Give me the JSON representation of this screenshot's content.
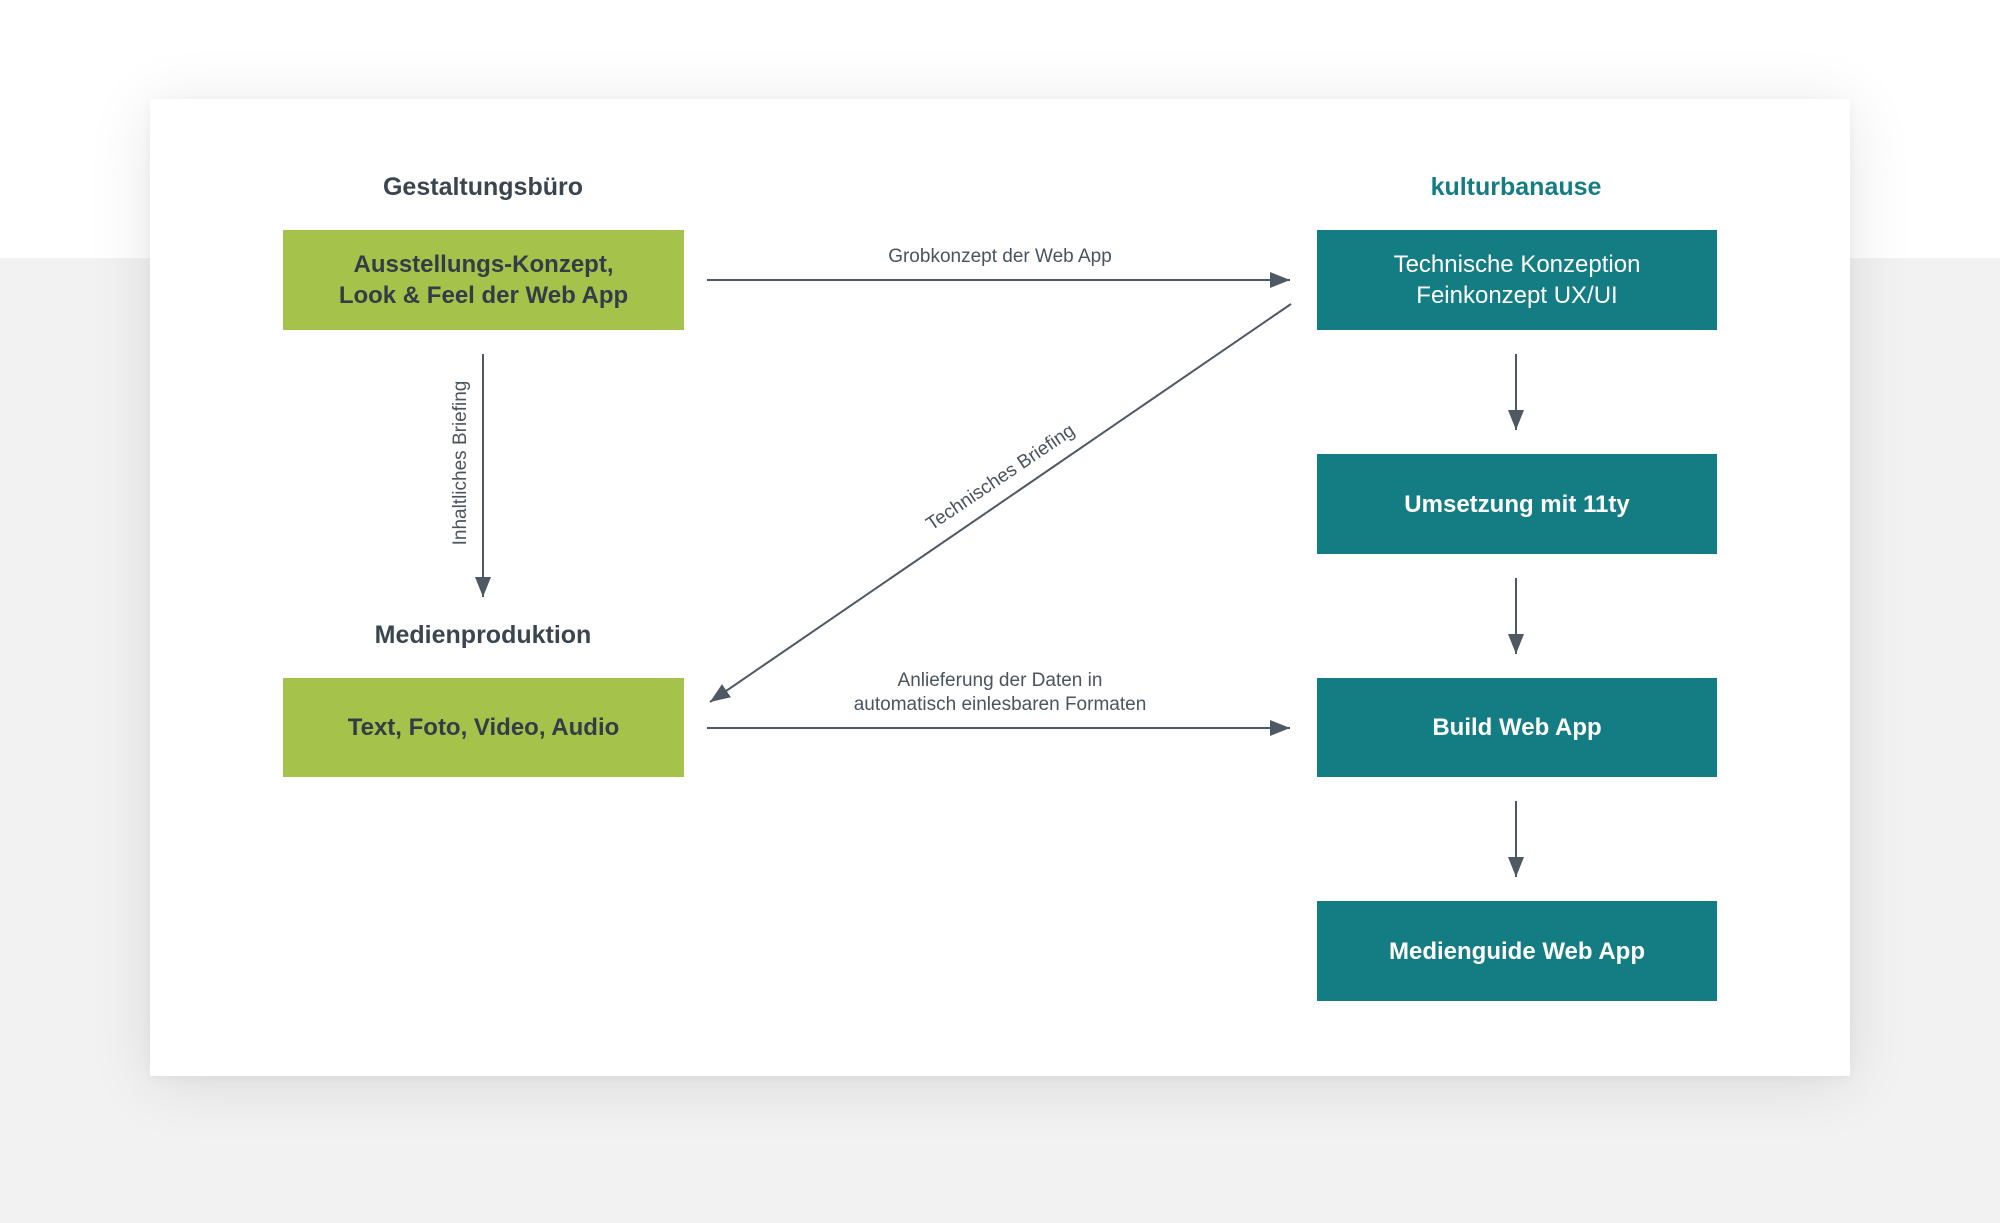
{
  "headings": {
    "left_top": "Gestaltungsbüro",
    "right_top": "kulturbanause",
    "left_bottom": "Medienproduktion"
  },
  "boxes": {
    "konzept": "Ausstellungs-Konzept,\nLook & Feel der Web App",
    "medien": "Text, Foto, Video, Audio",
    "technisch": "Technische Konzeption\nFeinkonzept UX/UI",
    "umsetzung": "Umsetzung mit 11ty",
    "build": "Build Web App",
    "guide": "Medienguide Web App"
  },
  "arrows": {
    "grobkonzept": "Grobkonzept der Web App",
    "inhaltliches": "Inhaltliches Briefing",
    "technisches": "Technisches Briefing",
    "anlieferung": "Anlieferung der Daten in\nautomatisch einlesbaren Formaten"
  },
  "colors": {
    "green": "#a5c24a",
    "teal": "#147d84",
    "dark_text": "#343d47",
    "arrow": "#4f5963"
  }
}
